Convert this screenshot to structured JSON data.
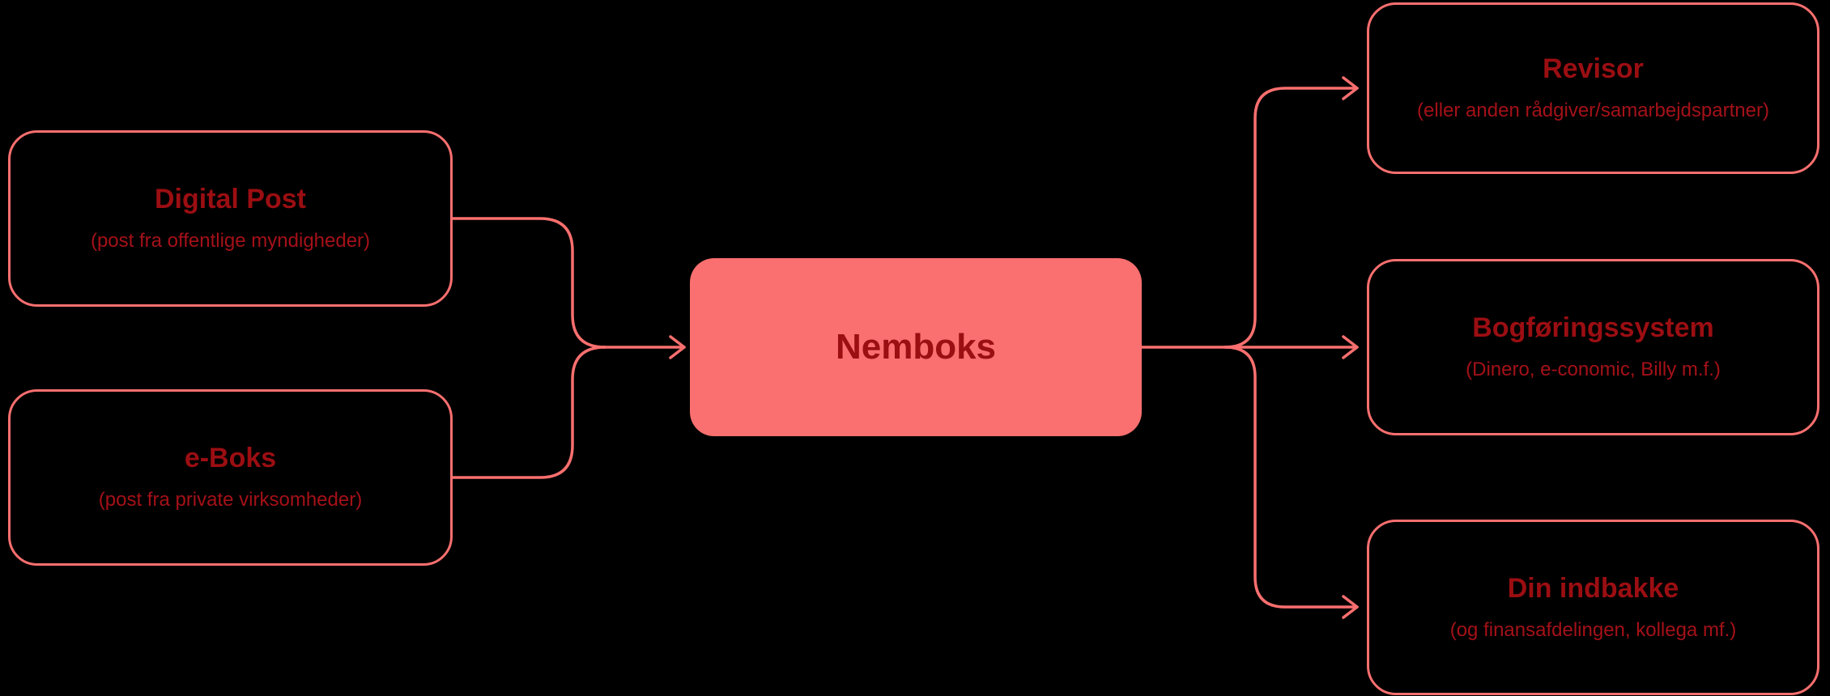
{
  "diagram": {
    "colors": {
      "background": "#000000",
      "accent": "#FA6F6F",
      "title_text": "#9B0E12",
      "subtitle_text": "#A41118"
    },
    "center_node": {
      "title": "Nemboks"
    },
    "source_nodes": [
      {
        "title": "Digital Post",
        "subtitle": "(post fra offentlige myndigheder)"
      },
      {
        "title": "e-Boks",
        "subtitle": "(post fra private virksomheder)"
      }
    ],
    "destination_nodes": [
      {
        "title": "Revisor",
        "subtitle": "(eller anden rådgiver/samarbejdspartner)"
      },
      {
        "title": "Bogføringssystem",
        "subtitle": "(Dinero, e-conomic, Billy m.f.)"
      },
      {
        "title": "Din indbakke",
        "subtitle": "(og finansafdelingen, kollega mf.)"
      }
    ]
  }
}
